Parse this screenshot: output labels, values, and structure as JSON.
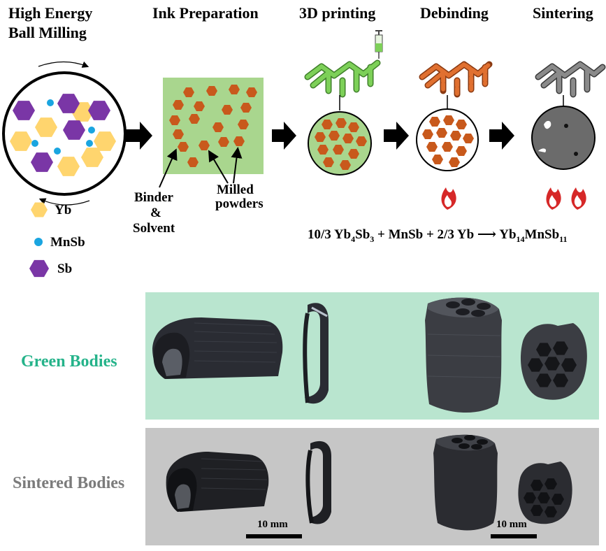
{
  "steps": {
    "ball_milling_line1": "High Energy",
    "ball_milling_line2": "Ball Milling",
    "ink": "Ink Preparation",
    "printing": "3D printing",
    "debinding": "Debinding",
    "sintering": "Sintering"
  },
  "ink_labels": {
    "binder": "Binder",
    "amp": "&",
    "solvent": "Solvent",
    "milled": "Milled",
    "powders": "powders"
  },
  "legend": [
    {
      "name": "Yb",
      "shape": "hexagon",
      "color": "#ffd56e"
    },
    {
      "name": "MnSb",
      "shape": "dot",
      "color": "#1aa5e0"
    },
    {
      "name": "Sb",
      "shape": "hexagon",
      "color": "#7a36a6"
    }
  ],
  "equation": {
    "c1": "10/3 Yb",
    "s1": "4",
    "c2": "Sb",
    "s2": "3",
    "c3": " + MnSb + 2/3 Yb ",
    "arrow": "⟶",
    "c4": " Yb",
    "s4": "14",
    "c5": "MnSb",
    "s5": "11"
  },
  "rows": {
    "green": "Green Bodies",
    "sintered": "Sintered Bodies"
  },
  "scale_bars": [
    "10 mm",
    "10 mm"
  ],
  "colors": {
    "green_title": "#25b38a",
    "sintered_title": "#7b7b7b",
    "green_bg": "#b9e5cf",
    "sintered_bg": "#c6c6c6",
    "ink_bg": "#a9d68e",
    "powder": "#c8591c",
    "print_green": "#6cc04a",
    "debind_orange": "#e07030",
    "sinter_gray": "#6b6b6b"
  }
}
